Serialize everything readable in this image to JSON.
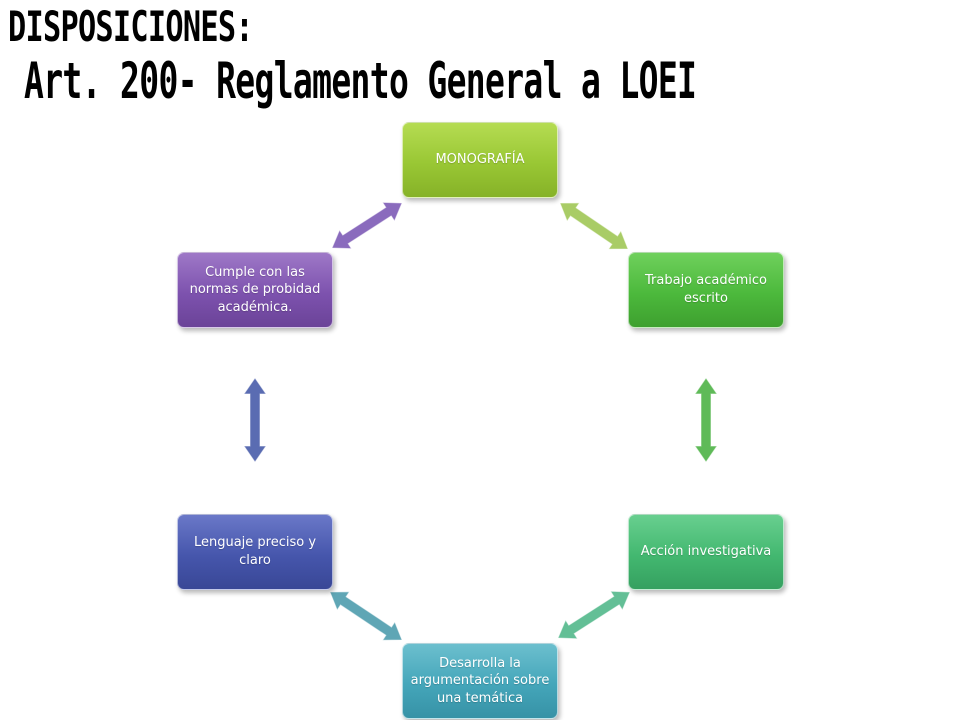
{
  "title": {
    "line1": "DISPOSICIONES:",
    "line2": "Art. 200- Reglamento General a LOEI"
  },
  "nodes": {
    "monografia": "MONOGRAFÍA",
    "trabajo": "Trabajo académico escrito",
    "accion": "Acción investigativa",
    "desarrolla": "Desarrolla la argumentación sobre una temática",
    "lenguaje": "Lenguaje preciso y claro",
    "cumple": "Cumple con las normas de probidad académica."
  },
  "colors": {
    "monografia": "#99c734",
    "trabajo": "#4cb93c",
    "accion": "#43b870",
    "desarrolla": "#44a6ba",
    "lenguaje": "#4656ac",
    "cumple": "#7d52ae",
    "arrow_top_right": "#a9cc66",
    "arrow_right": "#5fba58",
    "arrow_bottom_right": "#63bf96",
    "arrow_bottom_left": "#5fa6b5",
    "arrow_left": "#5a6cb2",
    "arrow_top_left": "#8a6bbd"
  }
}
